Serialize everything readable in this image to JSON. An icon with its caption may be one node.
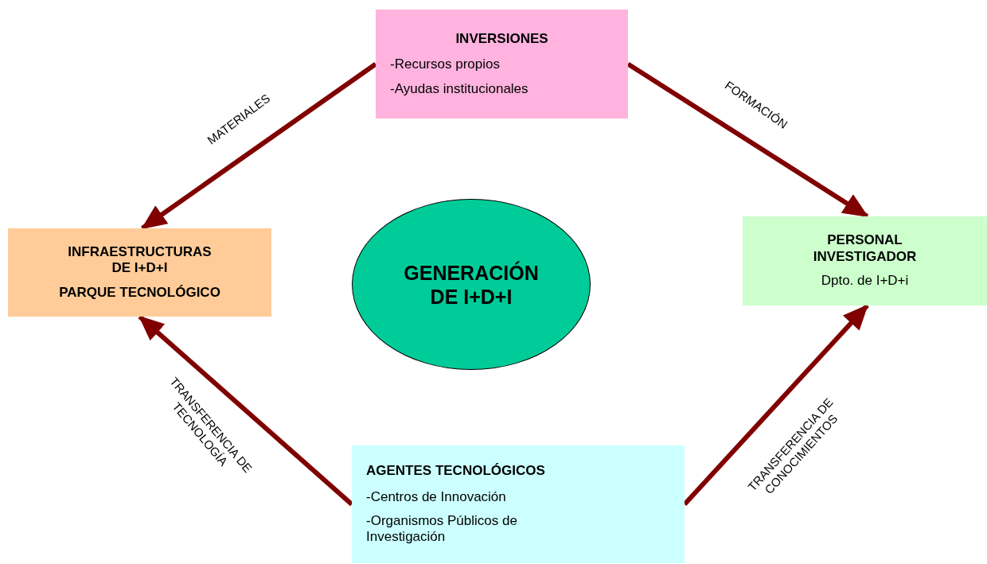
{
  "diagram": {
    "nodes": [
      {
        "text": [
          "INVERSIONES",
          "-Recursos propios",
          "-Ayudas institucionales"
        ]
      },
      {
        "text": [
          "INFRAESTRUCTURAS DE I+D+I",
          "PARQUE TECNOLÓGICO"
        ]
      },
      {
        "text": [
          "GENERACIÓN DE I+D+I"
        ]
      },
      {
        "text": [
          "PERSONAL INVESTIGADOR",
          "Dpto. de I+D+i"
        ]
      },
      {
        "text": [
          "AGENTES TECNOLÓGICOS",
          "-Centros de Innovación",
          "-Organismos Públicos de Investigación"
        ]
      }
    ],
    "edges": [
      {
        "from": 0,
        "to": 1,
        "arrow": "to",
        "label": "MATERIALES"
      },
      {
        "from": 0,
        "to": 3,
        "arrow": "to",
        "label": "FORMACIÓN"
      },
      {
        "from": 4,
        "to": 1,
        "arrow": "to",
        "label": "TRANSFERENCIA DE TECNOLOGÍA"
      },
      {
        "from": 4,
        "to": 3,
        "arrow": "to",
        "label": "TRANSFERENCIA DE CONOCIMIENTOS"
      }
    ]
  }
}
